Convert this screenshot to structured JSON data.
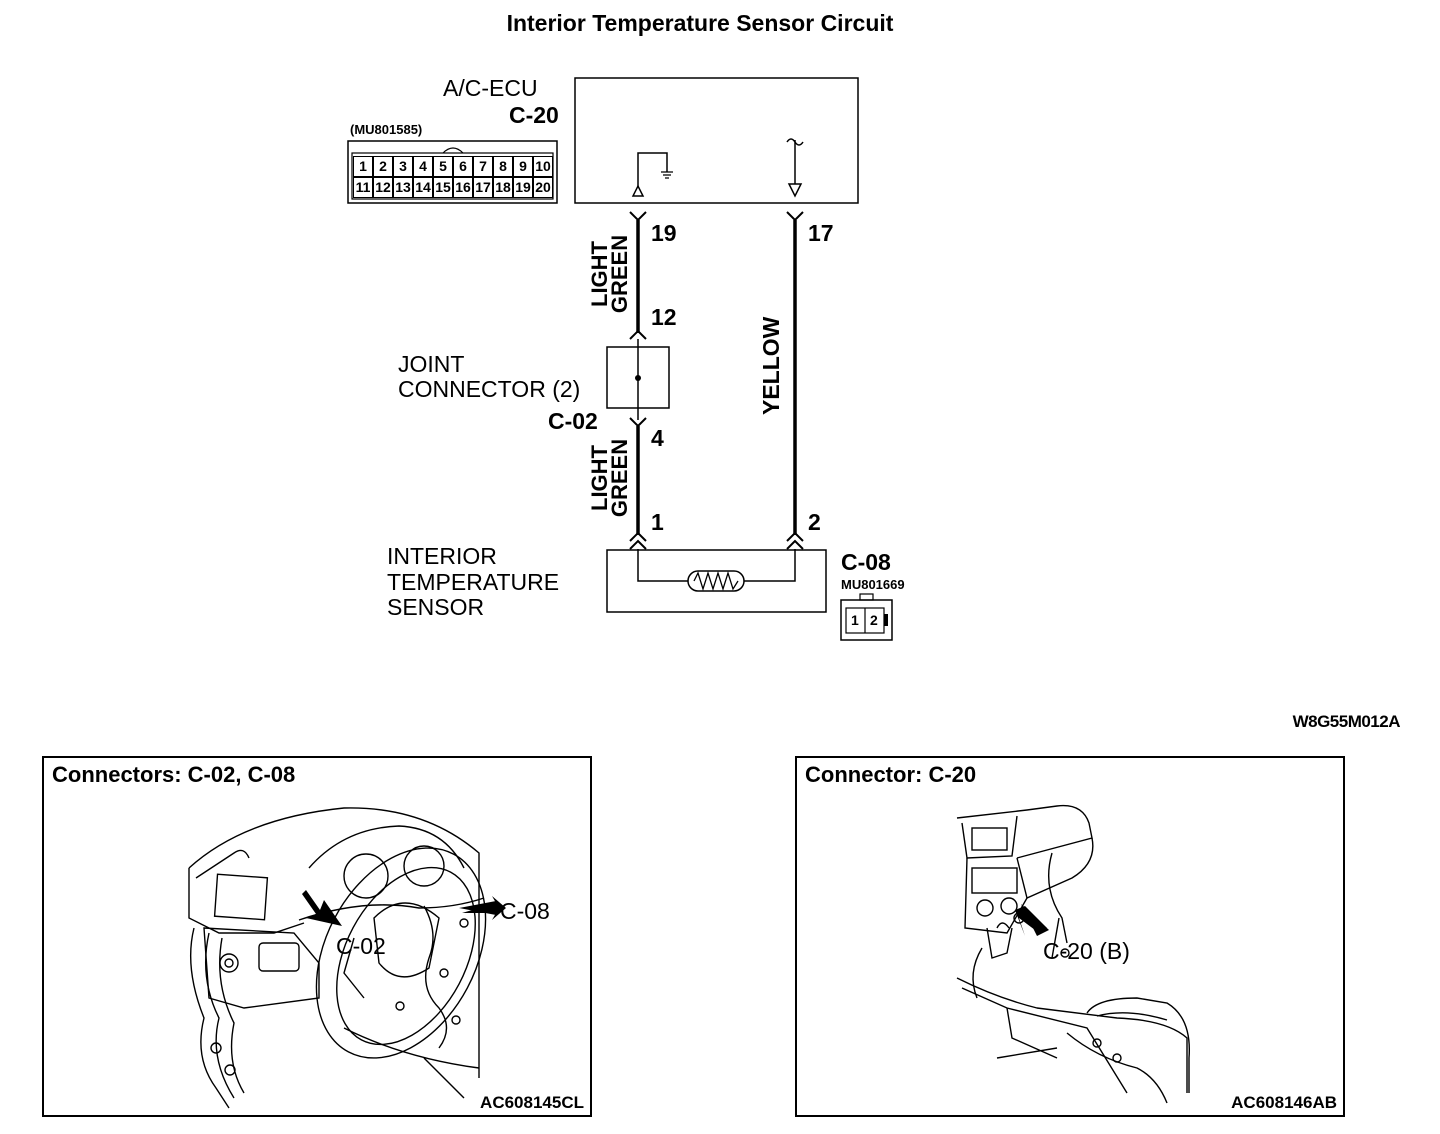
{
  "diagram": {
    "title": "Interior Temperature Sensor Circuit",
    "figure_code": "W8G55M012A"
  },
  "ecu": {
    "name": "A/C-ECU",
    "connector": "C-20",
    "part_number": "(MU801585)",
    "pins_row1": [
      "1",
      "2",
      "3",
      "4",
      "5",
      "6",
      "7",
      "8",
      "9",
      "10"
    ],
    "pins_row2": [
      "11",
      "12",
      "13",
      "14",
      "15",
      "16",
      "17",
      "18",
      "19",
      "20"
    ]
  },
  "wires": {
    "light_green_1": [
      "LIGHT",
      "GREEN"
    ],
    "light_green_2": [
      "LIGHT",
      "GREEN"
    ],
    "yellow": "YELLOW"
  },
  "pins": {
    "ecu_19": "19",
    "ecu_17": "17",
    "joint_12": "12",
    "joint_4": "4",
    "sensor_1": "1",
    "sensor_2": "2"
  },
  "joint_connector": {
    "name_line1": "JOINT",
    "name_line2": "CONNECTOR (2)",
    "connector": "C-02"
  },
  "sensor": {
    "name_line1": "INTERIOR",
    "name_line2": "TEMPERATURE",
    "name_line3": "SENSOR",
    "connector": "C-08",
    "part_number": "MU801669",
    "pins": [
      "1",
      "2"
    ]
  },
  "panels": [
    {
      "title": "Connectors: C-02, C-08",
      "callouts": [
        "C-02",
        "C-08"
      ],
      "code": "AC608145CL"
    },
    {
      "title": "Connector: C-20",
      "callouts": [
        "C-20 (B)"
      ],
      "code": "AC608146AB"
    }
  ]
}
